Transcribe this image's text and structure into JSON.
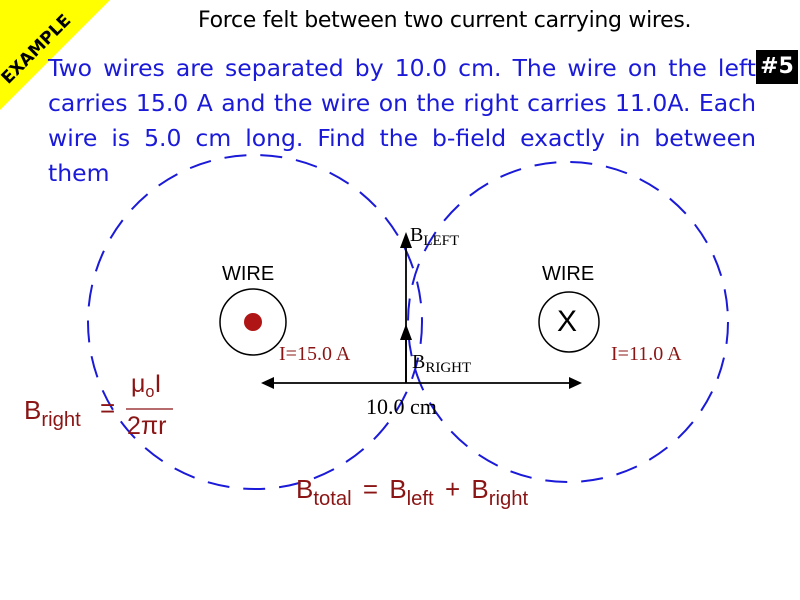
{
  "corner": {
    "label": "EXAMPLE"
  },
  "slide": {
    "title": "Force felt between two current carrying wires.",
    "badge": "#5",
    "problem": "Two wires are separated by 10.0 cm. The wire on the left carries 15.0 A and the wire on the right carries 11.0A. Each wire is 5.0 cm long. Find the b-field exactly in between them"
  },
  "diagram": {
    "left_wire": {
      "label": "WIRE",
      "current": "I=15.0 A",
      "direction": "dot-out-of-page"
    },
    "right_wire": {
      "label": "WIRE",
      "current": "I=11.0 A",
      "direction": "x-into-page",
      "symbol": "X"
    },
    "b_left": {
      "base": "B",
      "sub": "LEFT"
    },
    "b_right": {
      "base": "B",
      "sub": "RIGHT"
    },
    "separation": "10.0 cm"
  },
  "formulas": {
    "b_right": {
      "lhs_base": "B",
      "lhs_sub": "right",
      "eq": "=",
      "num_mu": "μ",
      "num_sub": "o",
      "num_i": "I",
      "den": "2πr"
    },
    "b_total": {
      "base1": "B",
      "sub1": "total",
      "eq": "=",
      "base2": "B",
      "sub2": "left",
      "plus": "+",
      "base3": "B",
      "sub3": "right"
    }
  },
  "colors": {
    "problem_text": "#1a1ad8",
    "field_lines": "#1a1ad8",
    "formula_text": "#8b1515",
    "dot": "#b01515",
    "ribbon": "#ffff00"
  }
}
